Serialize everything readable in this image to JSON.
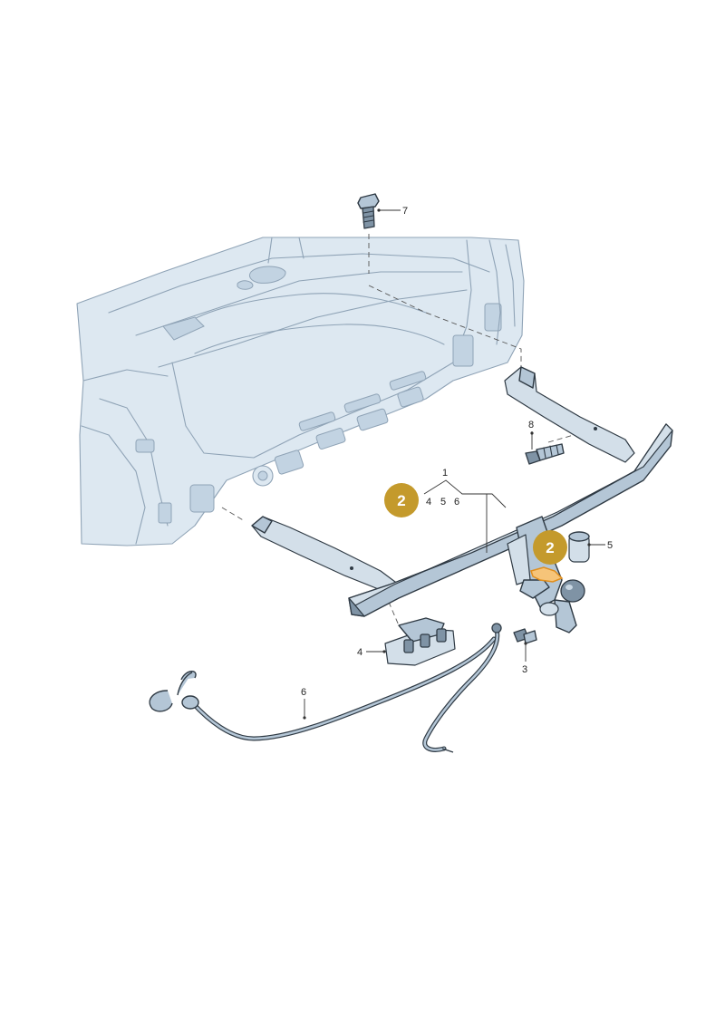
{
  "callouts": {
    "c1": "1",
    "c4": "4",
    "c5": "5",
    "c6": "6",
    "c7": "7",
    "c8": "8",
    "c3": "3",
    "c4_part": "4",
    "c5_part": "5",
    "c6_part": "6"
  },
  "badges": {
    "badge_a": "2",
    "badge_b": "2"
  },
  "colors": {
    "badge_fill": "#c49a2c",
    "body_outline": "#8fa3b6",
    "body_fill": "#dde8f1",
    "part_fill": "#b4c6d6",
    "part_outline": "#2f3a44",
    "seal_highlight": "#f0a640"
  },
  "icons": {
    "bolt_7": "bolt-icon",
    "bolt_8": "bolt-icon",
    "bolt_3": "bolt-icon",
    "towbar": "tow-bar-icon",
    "ball": "tow-ball-icon",
    "socket": "socket-icon",
    "cable": "wiring-harness-icon",
    "bracket": "control-unit-bracket-icon"
  }
}
